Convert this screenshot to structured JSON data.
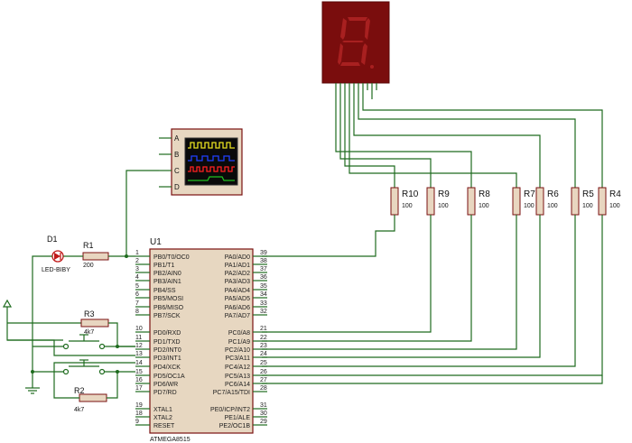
{
  "colors": {
    "wire": "#1e6b1e",
    "outline": "#7a1010",
    "body": "#e7d7c1",
    "resistor_body": "#e8d6c0",
    "pin_text": "#202020",
    "label": "#111111",
    "led": "#c01818",
    "display_bg": "#7a0d0d",
    "segment": "#a82020",
    "scope_bg": "#0a0a0a"
  },
  "u1": {
    "ref": "U1",
    "part": "ATMEGA8515",
    "left_pins": [
      {
        "num": "1",
        "name": "PB0/T0/OC0"
      },
      {
        "num": "2",
        "name": "PB1/T1"
      },
      {
        "num": "3",
        "name": "PB2/AIN0"
      },
      {
        "num": "4",
        "name": "PB3/AIN1"
      },
      {
        "num": "5",
        "name": "PB4/SS"
      },
      {
        "num": "6",
        "name": "PB5/MOSI"
      },
      {
        "num": "7",
        "name": "PB6/MISO"
      },
      {
        "num": "8",
        "name": "PB7/SCK"
      },
      {
        "num": "10",
        "name": "PD0/RXD"
      },
      {
        "num": "11",
        "name": "PD1/TXD"
      },
      {
        "num": "12",
        "name": "PD2/INT0"
      },
      {
        "num": "13",
        "name": "PD3/INT1"
      },
      {
        "num": "14",
        "name": "PD4/XCK"
      },
      {
        "num": "15",
        "name": "PD5/OC1A"
      },
      {
        "num": "16",
        "name": "PD6/WR"
      },
      {
        "num": "17",
        "name": "PD7/RD"
      },
      {
        "num": "19",
        "name": "XTAL1"
      },
      {
        "num": "18",
        "name": "XTAL2"
      },
      {
        "num": "9",
        "name": "RESET"
      }
    ],
    "right_pins": [
      {
        "num": "39",
        "name": "PA0/AD0"
      },
      {
        "num": "38",
        "name": "PA1/AD1"
      },
      {
        "num": "37",
        "name": "PA2/AD2"
      },
      {
        "num": "36",
        "name": "PA3/AD3"
      },
      {
        "num": "35",
        "name": "PA4/AD4"
      },
      {
        "num": "34",
        "name": "PA5/AD5"
      },
      {
        "num": "33",
        "name": "PA6/AD6"
      },
      {
        "num": "32",
        "name": "PA7/AD7"
      },
      {
        "num": "21",
        "name": "PC0/A8"
      },
      {
        "num": "22",
        "name": "PC1/A9"
      },
      {
        "num": "23",
        "name": "PC2/A10"
      },
      {
        "num": "24",
        "name": "PC3/A11"
      },
      {
        "num": "25",
        "name": "PC4/A12"
      },
      {
        "num": "26",
        "name": "PC5/A13"
      },
      {
        "num": "27",
        "name": "PC6/A14"
      },
      {
        "num": "28",
        "name": "PC7/A15/TDI"
      },
      {
        "num": "31",
        "name": "PE0/ICP/INT2"
      },
      {
        "num": "30",
        "name": "PE1/ALE"
      },
      {
        "num": "29",
        "name": "PE2/OC1B"
      }
    ]
  },
  "resistors_vertical": [
    {
      "ref": "R10",
      "value": "100"
    },
    {
      "ref": "R9",
      "value": "100"
    },
    {
      "ref": "R8",
      "value": "100"
    },
    {
      "ref": "R7",
      "value": "100"
    },
    {
      "ref": "R6",
      "value": "100"
    },
    {
      "ref": "R5",
      "value": "100"
    },
    {
      "ref": "R4",
      "value": "100"
    }
  ],
  "r1": {
    "ref": "R1",
    "value": "200"
  },
  "r2": {
    "ref": "R2",
    "value": "4k7"
  },
  "r3": {
    "ref": "R3",
    "value": "4k7"
  },
  "d1": {
    "ref": "D1",
    "part": "LED-BIBY"
  },
  "scope": {
    "channels": [
      "A",
      "B",
      "C",
      "D"
    ]
  }
}
